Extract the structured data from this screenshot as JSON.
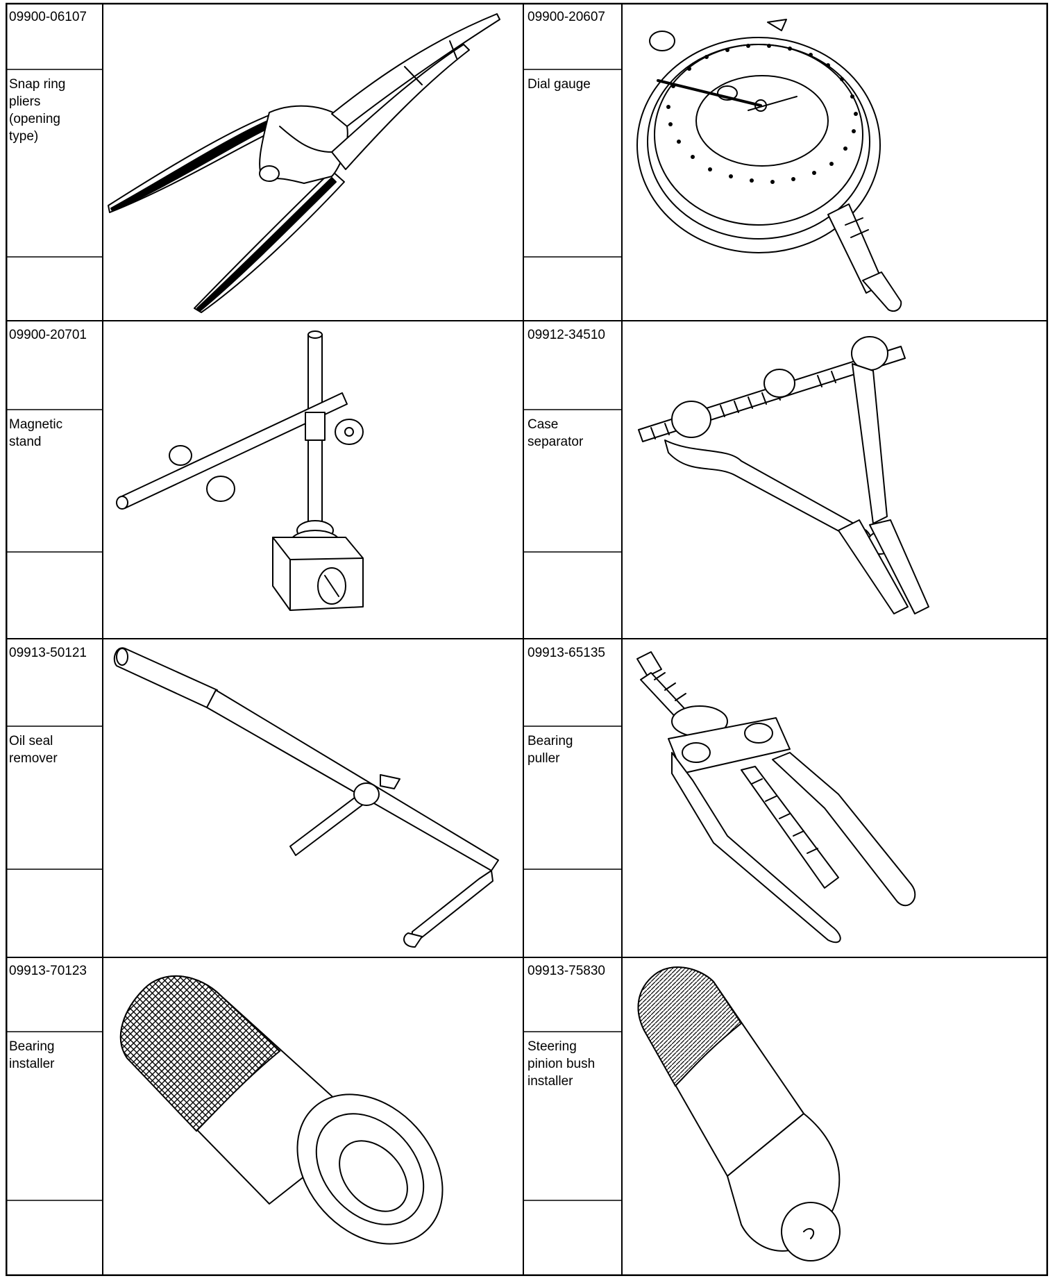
{
  "tools": [
    {
      "part_number": "09900-06107",
      "name_lines": [
        "Snap ring",
        "pliers",
        "(opening",
        "type)"
      ],
      "illustration": "snap-ring-pliers-icon"
    },
    {
      "part_number": "09900-20607",
      "name_lines": [
        "Dial gauge"
      ],
      "illustration": "dial-gauge-icon"
    },
    {
      "part_number": "09900-20701",
      "name_lines": [
        "Magnetic",
        "stand"
      ],
      "illustration": "magnetic-stand-icon"
    },
    {
      "part_number": "09912-34510",
      "name_lines": [
        "Case",
        "separator"
      ],
      "illustration": "case-separator-icon"
    },
    {
      "part_number": "09913-50121",
      "name_lines": [
        "Oil seal",
        "remover"
      ],
      "illustration": "oil-seal-remover-icon"
    },
    {
      "part_number": "09913-65135",
      "name_lines": [
        "Bearing",
        "puller"
      ],
      "illustration": "bearing-puller-icon"
    },
    {
      "part_number": "09913-70123",
      "name_lines": [
        "Bearing",
        "installer"
      ],
      "illustration": "bearing-installer-icon"
    },
    {
      "part_number": "09913-75830",
      "name_lines": [
        "Steering",
        "pinion bush",
        "installer"
      ],
      "illustration": "steering-pinion-bush-installer-icon"
    }
  ]
}
